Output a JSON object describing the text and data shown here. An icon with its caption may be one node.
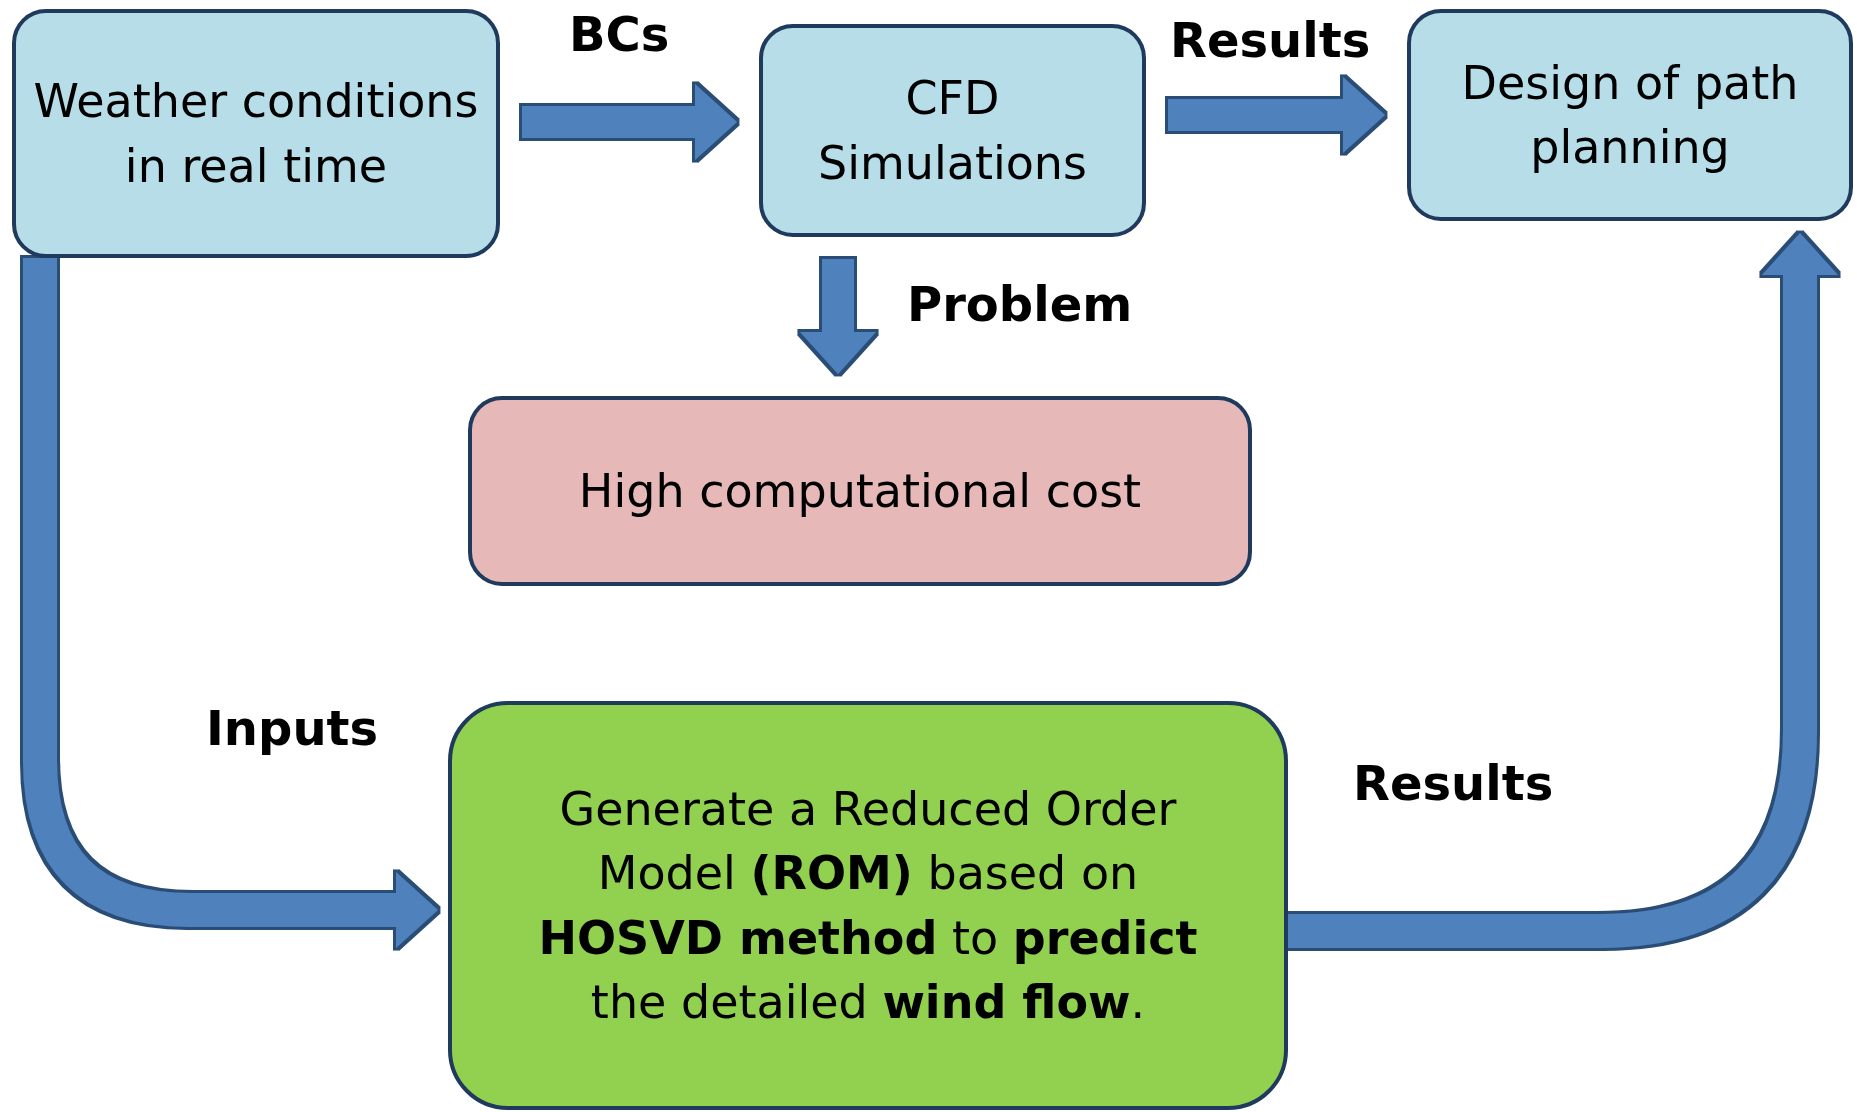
{
  "diagram": {
    "nodes": [
      {
        "text": [
          "Weather conditions in real time"
        ]
      },
      {
        "text": [
          "CFD Simulations"
        ]
      },
      {
        "text": [
          "Design of path planning"
        ]
      },
      {
        "text": [
          "High computational cost"
        ]
      },
      {
        "text": [
          "Generate a Reduced Order Model **(ROM)** based on **HOSVD method** to **predict** the detailed **wind flow**."
        ]
      }
    ],
    "edges": [
      {
        "from": 0,
        "to": 1,
        "arrow": "to",
        "label": "BCs"
      },
      {
        "from": 1,
        "to": 2,
        "arrow": "to",
        "label": "Results"
      },
      {
        "from": 1,
        "to": 3,
        "arrow": "to",
        "label": "Problem"
      },
      {
        "from": 0,
        "to": 4,
        "arrow": "to",
        "label": "Inputs"
      },
      {
        "from": 4,
        "to": 2,
        "arrow": "to",
        "label": "Results"
      }
    ]
  }
}
